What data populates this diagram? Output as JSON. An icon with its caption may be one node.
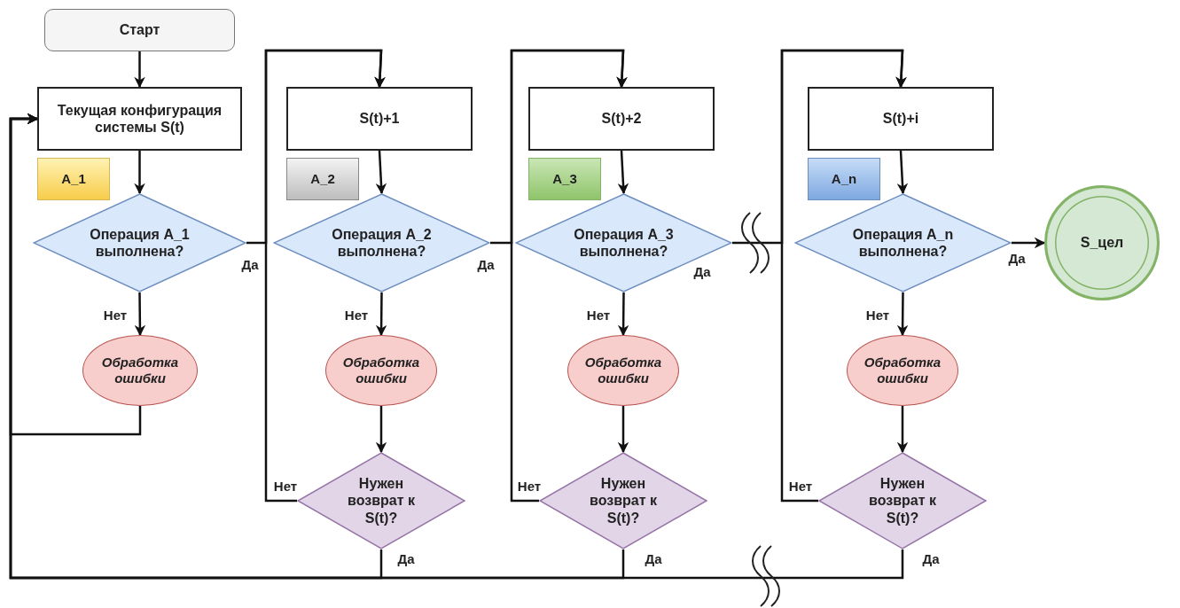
{
  "diagram": {
    "nodes": [
      {
        "text": [
          "Старт"
        ]
      },
      {
        "text": [
          "Текущая конфигурация системы S(t)"
        ]
      },
      {
        "text": [
          "A_1"
        ]
      },
      {
        "text": [
          "Операция A_1 выполнена?"
        ]
      },
      {
        "text": [
          "Обработка ошибки"
        ]
      },
      {
        "text": [
          "S(t)+1"
        ]
      },
      {
        "text": [
          "A_2"
        ]
      },
      {
        "text": [
          "Операция A_2 выполнена?"
        ]
      },
      {
        "text": [
          "Обработка ошибки"
        ]
      },
      {
        "text": [
          "Нужен возврат к S(t)?"
        ]
      },
      {
        "text": [
          "S(t)+2"
        ]
      },
      {
        "text": [
          "A_3"
        ]
      },
      {
        "text": [
          "Операция A_3 выполнена?"
        ]
      },
      {
        "text": [
          "Обработка ошибки"
        ]
      },
      {
        "text": [
          "Нужен возврат к S(t)?"
        ]
      },
      {
        "text": [
          "S(t)+i"
        ]
      },
      {
        "text": [
          "A_n"
        ]
      },
      {
        "text": [
          "Операция A_n выполнена?"
        ]
      },
      {
        "text": [
          "Обработка ошибки"
        ]
      },
      {
        "text": [
          "Нужен возврат к S(t)?"
        ]
      },
      {
        "text": [
          "S_цел"
        ]
      }
    ],
    "edges": [
      {
        "from": 0,
        "to": 1,
        "arrow": "to"
      },
      {
        "from": 1,
        "to": 3,
        "arrow": "to"
      },
      {
        "from": 3,
        "to": 4,
        "arrow": "to",
        "label": "Нет"
      },
      {
        "from": 4,
        "to": 1,
        "arrow": "to"
      },
      {
        "from": 3,
        "to": 5,
        "arrow": "to",
        "label": "Да"
      },
      {
        "from": 5,
        "to": 7,
        "arrow": "to"
      },
      {
        "from": 7,
        "to": 8,
        "arrow": "to",
        "label": "Нет"
      },
      {
        "from": 8,
        "to": 9,
        "arrow": "to"
      },
      {
        "from": 9,
        "to": 5,
        "arrow": "to",
        "label": "Нет"
      },
      {
        "from": 9,
        "to": 1,
        "arrow": "to",
        "label": "Да"
      },
      {
        "from": 7,
        "to": 10,
        "arrow": "to",
        "label": "Да"
      },
      {
        "from": 10,
        "to": 12,
        "arrow": "to"
      },
      {
        "from": 12,
        "to": 13,
        "arrow": "to",
        "label": "Нет"
      },
      {
        "from": 13,
        "to": 14,
        "arrow": "to"
      },
      {
        "from": 14,
        "to": 10,
        "arrow": "to",
        "label": "Нет"
      },
      {
        "from": 14,
        "to": 1,
        "arrow": "to",
        "label": "Да"
      },
      {
        "from": 12,
        "to": 15,
        "arrow": "to",
        "label": "Да"
      },
      {
        "from": 15,
        "to": 17,
        "arrow": "to"
      },
      {
        "from": 17,
        "to": 18,
        "arrow": "to",
        "label": "Нет"
      },
      {
        "from": 18,
        "to": 19,
        "arrow": "to"
      },
      {
        "from": 19,
        "to": 15,
        "arrow": "to",
        "label": "Нет"
      },
      {
        "from": 19,
        "to": 1,
        "arrow": "to",
        "label": "Да"
      },
      {
        "from": 17,
        "to": 20,
        "arrow": "to",
        "label": "Да"
      }
    ]
  }
}
